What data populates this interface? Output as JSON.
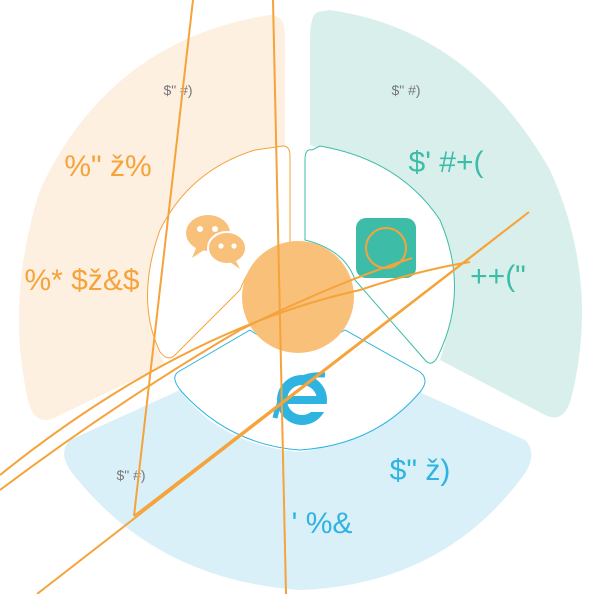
{
  "segments": {
    "left": {
      "small_label": "$\" #)",
      "value_top": "%\" ž%",
      "value_bottom": "%* $ž&$",
      "fill": "#fdf0e1",
      "accent": "#f5a33a"
    },
    "right": {
      "small_label": "$\" #)",
      "value_top": "$' #+(",
      "value_bottom": "++(\"",
      "fill": "#d9efec",
      "accent": "#3dbda8"
    },
    "bottom": {
      "small_label": "$\" #)",
      "value_top": "$\" ž)",
      "value_bottom": "' %&",
      "fill": "#d9f0f8",
      "accent": "#2fb3e0"
    }
  },
  "icons": {
    "left": "wechat-icon",
    "right": "app-square-icon",
    "bottom": "internet-explorer-icon"
  },
  "center_color": "#f9c079",
  "line_color": "#f5a33a"
}
